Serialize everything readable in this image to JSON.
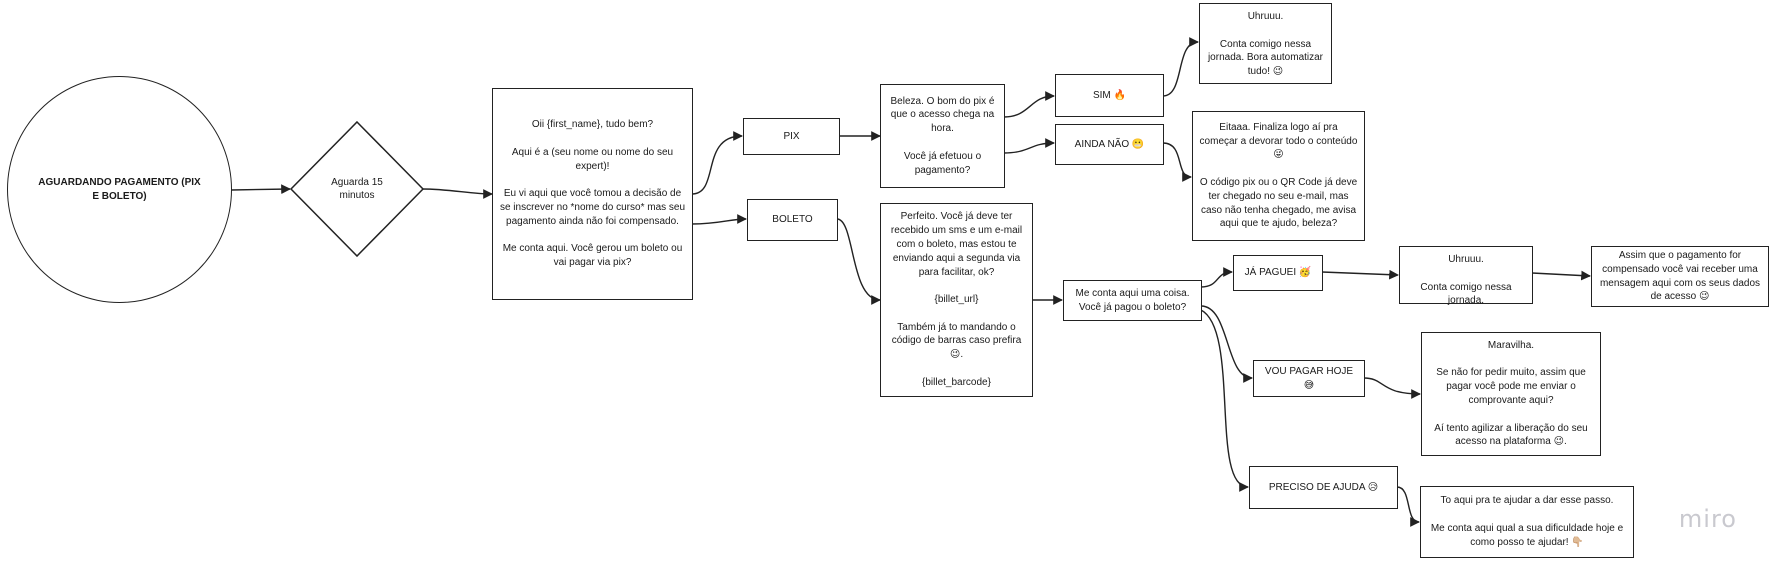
{
  "nodes": {
    "start": "AGUARDANDO PAGAMENTO (PIX E BOLETO)",
    "wait": "Aguarda 15\nminutos",
    "greeting": "Oii {first_name}, tudo bem?\n\nAqui é a (seu nome ou nome do seu expert)!\n\nEu vi aqui que você tomou a decisão de se inscrever no *nome do curso* mas seu pagamento ainda não foi compensado.\n\nMe conta aqui. Você gerou um boleto ou vai pagar via pix?",
    "pix": "PIX",
    "boleto": "BOLETO",
    "pix_msg": "Beleza. O bom do pix é que o acesso chega na hora.\n\nVocê já efetuou o pagamento?",
    "sim": "SIM 🔥",
    "ainda_nao": "AINDA NÃO 😬",
    "sim_reply": "Uhruuu.\n\nConta comigo nessa jornada. Bora automatizar tudo! 😉",
    "ainda_nao_reply": "Eitaaa. Finaliza logo aí pra começar a devorar todo o conteúdo 😜\n\nO código pix ou o QR Code já deve ter chegado no seu e-mail, mas caso não tenha chegado, me avisa aqui que te ajudo, beleza?",
    "boleto_msg": "Perfeito. Você já deve ter recebido um sms e um e-mail com o boleto, mas estou te enviando aqui a segunda via para facilitar, ok?\n\n{billet_url}\n\nTambém já to mandando o código de barras caso prefira 😉.\n\n{billet_barcode}",
    "paid_question": "Me conta aqui uma coisa. Você já pagou o boleto?",
    "ja_paguei": "JÁ PAGUEI 🥳",
    "uhruuu2": "Uhruuu.\n\nConta comigo nessa jornada.",
    "compensado": "Assim que o pagamento for compensado você vai receber uma mensagem aqui com os seus dados de acesso 😉",
    "vou_pagar": "VOU PAGAR HOJE 😅",
    "maravilha": "Maravilha.\n\nSe não for pedir muito, assim que pagar você pode me enviar o comprovante aqui?\n\nAí tento agilizar a liberação do seu acesso na plataforma 😉.",
    "preciso_ajuda": "PRECISO DE AJUDA 😥",
    "ajuda_reply": "To aqui pra te ajudar a dar esse passo.\n\nMe conta aqui qual a sua dificuldade hoje e como posso te ajudar! 👇🏼"
  },
  "logo": "miro",
  "colors": {
    "stroke": "#222222",
    "background": "#ffffff",
    "logo": "#c9c9cf"
  }
}
